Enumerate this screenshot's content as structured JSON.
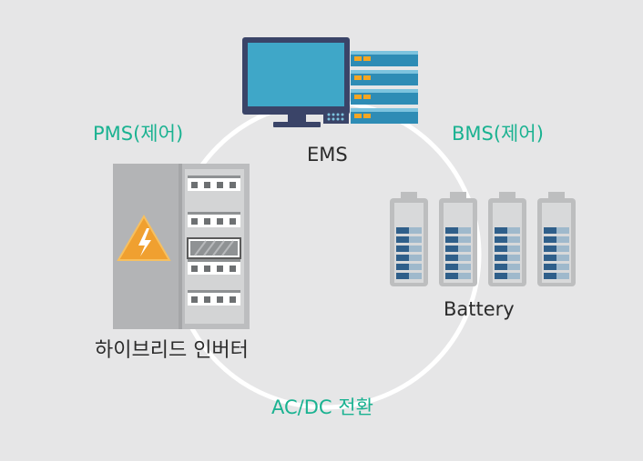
{
  "labels": {
    "ems": "EMS",
    "battery": "Battery",
    "inverter": "하이브리드 인버터",
    "pms": "PMS(제어)",
    "bms": "BMS(제어)",
    "acdc": "AC/DC 전환"
  },
  "colors": {
    "background": "#e6e6e7",
    "cycle": "#ffffff",
    "accent_text": "#1ab291",
    "monitor_frame": "#3a4468",
    "monitor_screen": "#3fa7c8",
    "server_blue": "#2e8cb5",
    "server_light": "#7cc3de",
    "server_led": "#f5a623",
    "battery_shell": "#bdbebf",
    "battery_cell_dark": "#2f5f8a",
    "battery_cell_light": "#9fb9cc",
    "cabinet": "#bcbdbf",
    "warning": "#f0a030"
  },
  "icons": [
    "monitor-icon",
    "server-rack-icon",
    "battery-icon",
    "inverter-cabinet-icon",
    "high-voltage-warning-icon"
  ]
}
